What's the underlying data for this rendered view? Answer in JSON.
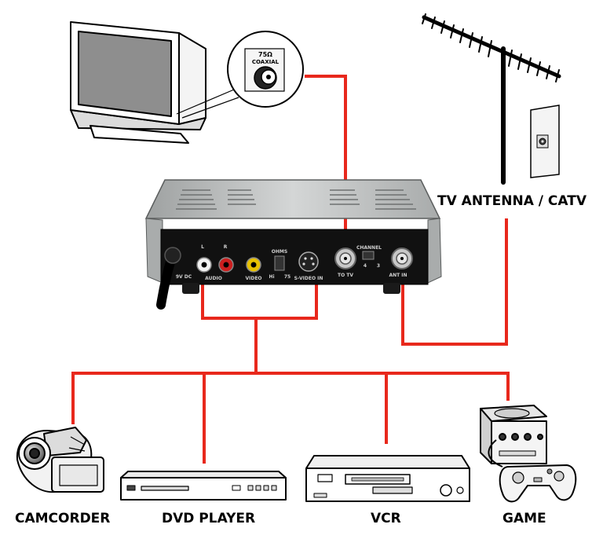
{
  "labels": {
    "antenna": "TV ANTENNA / CATV",
    "camcorder": "CAMCORDER",
    "dvd": "DVD PLAYER",
    "vcr": "VCR",
    "game": "GAME"
  },
  "tv_port": {
    "line1": "75Ω",
    "line2": "COAXIAL"
  },
  "box_labels": {
    "audio": "AUDIO",
    "left": "L",
    "right": "R",
    "video": "VIDEO",
    "ohms": "OHMS",
    "ohm_hi": "Hi",
    "ohm_75": "75",
    "svideo": "S-VIDEO IN",
    "channel": "CHANNEL",
    "ch4": "4",
    "ch3": "3",
    "to_tv": "TO TV",
    "ant": "ANT IN",
    "dc": "9V DC"
  },
  "colors": {
    "cable": "#e8281c",
    "outline": "#000000",
    "box_body": "#b9bcbc",
    "rca_white": "#f2f2f2",
    "rca_red": "#cc1f1f",
    "rca_yellow": "#e8c200"
  }
}
